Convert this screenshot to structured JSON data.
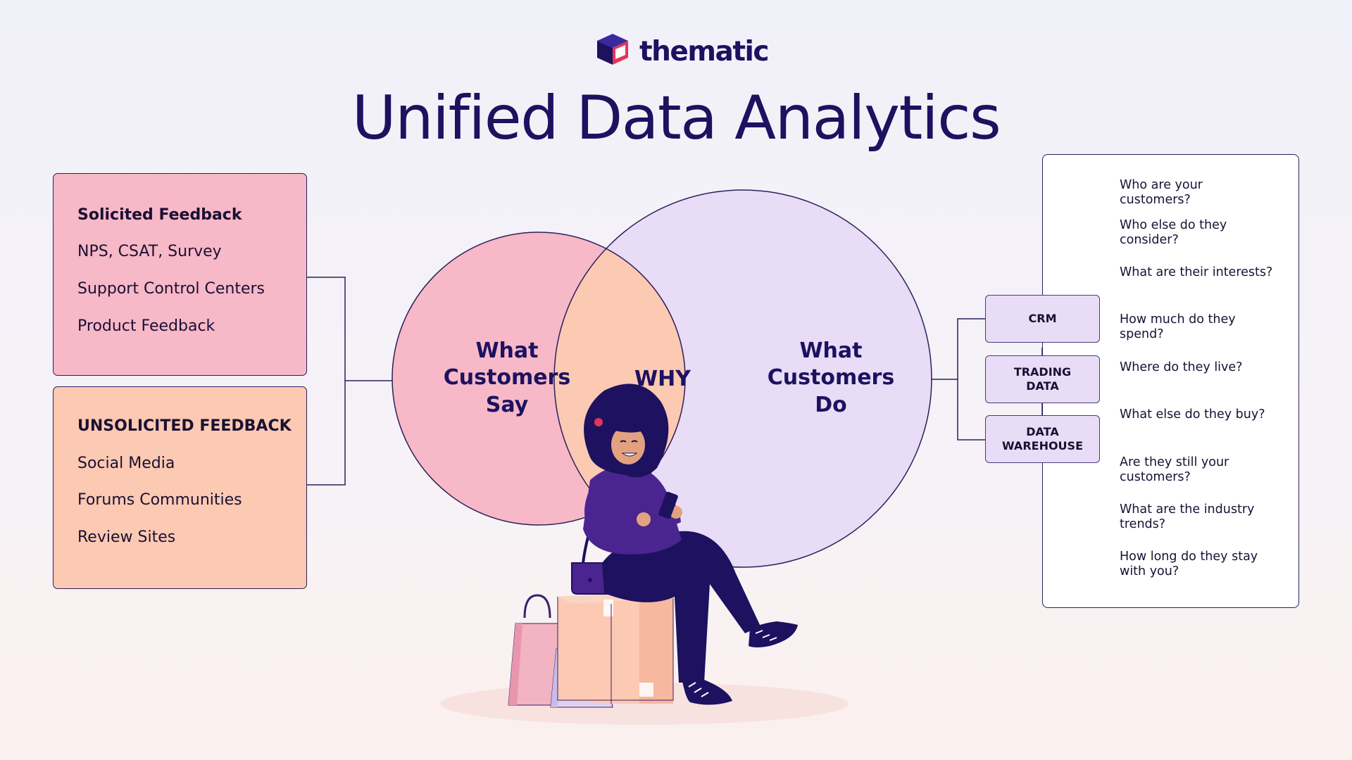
{
  "logo": {
    "text": "thematic",
    "icon": "thematic-logo-mark"
  },
  "title": "Unified Data Analytics",
  "feedback": {
    "solicited": {
      "heading": "Solicited Feedback",
      "items": [
        "NPS, CSAT, Survey",
        "Support Control Centers",
        "Product Feedback"
      ]
    },
    "unsolicited": {
      "heading": "UNSOLICITED FEEDBACK",
      "items": [
        "Social Media",
        "Forums Communities",
        "Review Sites"
      ]
    }
  },
  "venn": {
    "left": {
      "lines": [
        "What",
        "Customers",
        "Say"
      ]
    },
    "center": "WHY",
    "right": {
      "lines": [
        "What",
        "Customers",
        "Do"
      ]
    }
  },
  "sources": {
    "crm": [
      "CRM"
    ],
    "trading": [
      "TRADING",
      "DATA"
    ],
    "warehouse": [
      "DATA",
      "WAREHOUSE"
    ]
  },
  "questions": [
    [
      "Who are your",
      "customers?"
    ],
    [
      "Who else do they",
      "consider?"
    ],
    [
      "What are their interests?"
    ],
    [
      "How much do they",
      "spend?"
    ],
    [
      "Where do they live?"
    ],
    [
      "What else do they buy?"
    ],
    [
      "Are they still your",
      "customers?"
    ],
    [
      "What are the industry",
      "trends?"
    ],
    [
      "How long do they stay",
      "with you?"
    ]
  ],
  "colors": {
    "navy": "#1d1160",
    "pink": "#f7b8c7",
    "peach": "#fcc9b2",
    "lavender": "#e8dcf6",
    "purple": "#4a2590",
    "accent_red": "#e53358"
  },
  "illustration": "woman-sitting-on-box-with-shopping-bags-and-phone"
}
